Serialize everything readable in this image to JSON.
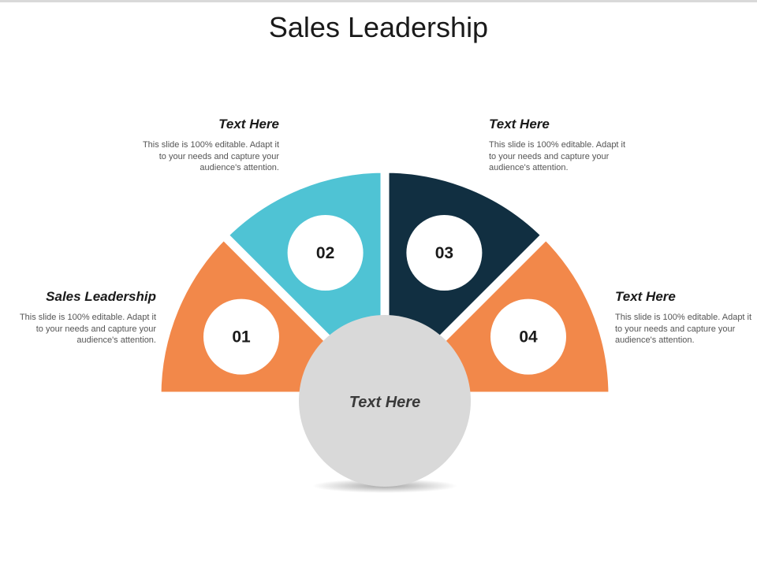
{
  "slide": {
    "title": "Sales Leadership"
  },
  "segments": [
    {
      "id": "01",
      "color": "#f2884a",
      "start_deg": 180,
      "end_deg": 225
    },
    {
      "id": "02",
      "color": "#4fc3d4",
      "start_deg": 225,
      "end_deg": 270
    },
    {
      "id": "03",
      "color": "#112f41",
      "start_deg": 270,
      "end_deg": 315
    },
    {
      "id": "04",
      "color": "#f2884a",
      "start_deg": 315,
      "end_deg": 360
    }
  ],
  "center": {
    "label": "Text Here",
    "color": "#d9d9d9"
  },
  "blocks": {
    "b1": {
      "heading": "Sales Leadership",
      "body": "This slide is 100% editable. Adapt it to your needs and capture your audience's attention."
    },
    "b2": {
      "heading": "Text Here",
      "body": "This slide is 100% editable. Adapt it to your needs and capture your audience's attention."
    },
    "b3": {
      "heading": "Text Here",
      "body": "This slide is 100% editable. Adapt it to your needs and capture your audience's attention."
    },
    "b4": {
      "heading": "Text Here",
      "body": "This slide is 100% editable. Adapt it to your needs and capture your audience's attention."
    }
  }
}
